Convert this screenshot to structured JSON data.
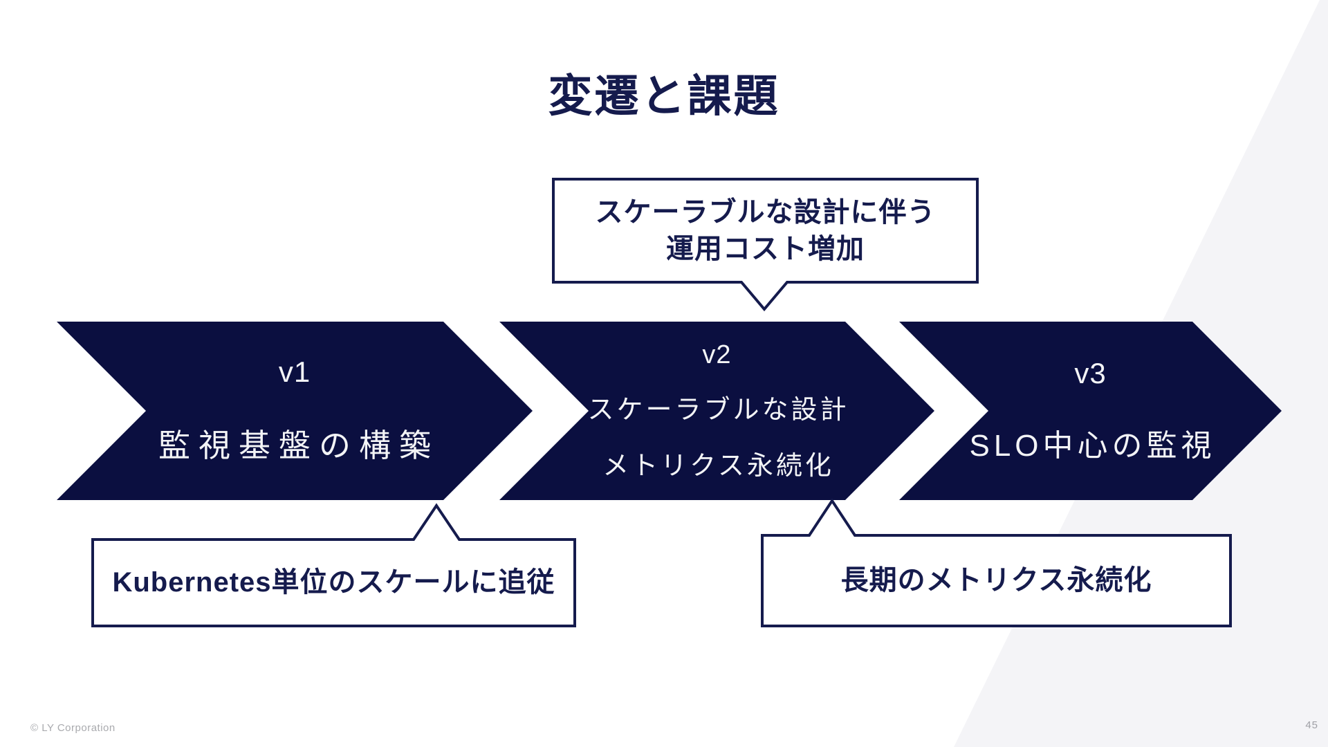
{
  "slide": {
    "title": "変遷と課題",
    "colors": {
      "navy": "#151b4d",
      "arrow_fill": "#0b0f40",
      "arrow_text": "#f3f4f6",
      "corner_shade": "#f4f4f7",
      "footer_gray": "#a9aaae",
      "background": "#ffffff"
    }
  },
  "arrows": [
    {
      "version": "v1",
      "lines": [
        "監視基盤の構築"
      ]
    },
    {
      "version": "v2",
      "lines": [
        "スケーラブルな設計",
        "メトリクス永続化"
      ]
    },
    {
      "version": "v3",
      "lines": [
        "SLO中心の監視"
      ]
    }
  ],
  "callouts": {
    "top": {
      "lines": [
        "スケーラブルな設計に伴う",
        "運用コスト増加"
      ],
      "points_to": "v2"
    },
    "bottom_left": {
      "text": "Kubernetes単位のスケールに追従",
      "points_to": "v1-v2"
    },
    "bottom_right": {
      "text": "長期のメトリクス永続化",
      "points_to": "v2-v3"
    }
  },
  "footer": {
    "copyright": "© LY Corporation",
    "page_number": "45"
  }
}
